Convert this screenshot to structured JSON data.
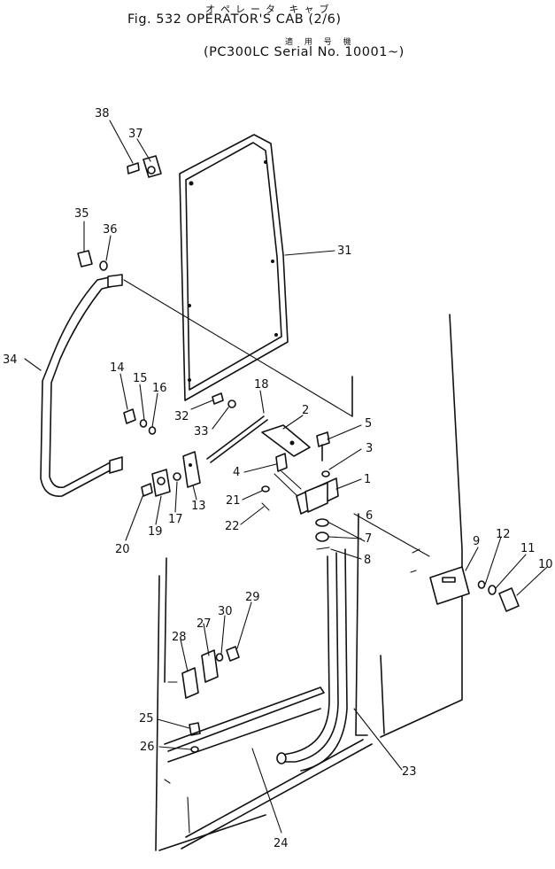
{
  "header": {
    "kana": "オペレータ キャブ",
    "title": "Fig. 532  OPERATOR'S CAB (2/6)",
    "applicability": "適 用 号 機",
    "serial": "(PC300LC Serial No. 10001~)"
  },
  "callouts": [
    {
      "id": "38",
      "label": "38"
    },
    {
      "id": "37",
      "label": "37"
    },
    {
      "id": "35",
      "label": "35"
    },
    {
      "id": "36",
      "label": "36"
    },
    {
      "id": "31",
      "label": "31"
    },
    {
      "id": "34",
      "label": "34"
    },
    {
      "id": "14",
      "label": "14"
    },
    {
      "id": "15",
      "label": "15"
    },
    {
      "id": "16",
      "label": "16"
    },
    {
      "id": "18",
      "label": "18"
    },
    {
      "id": "2",
      "label": "2"
    },
    {
      "id": "32",
      "label": "32"
    },
    {
      "id": "33",
      "label": "33"
    },
    {
      "id": "5",
      "label": "5"
    },
    {
      "id": "3",
      "label": "3"
    },
    {
      "id": "4",
      "label": "4"
    },
    {
      "id": "1",
      "label": "1"
    },
    {
      "id": "21",
      "label": "21"
    },
    {
      "id": "22",
      "label": "22"
    },
    {
      "id": "6",
      "label": "6"
    },
    {
      "id": "7",
      "label": "7"
    },
    {
      "id": "8",
      "label": "8"
    },
    {
      "id": "13",
      "label": "13"
    },
    {
      "id": "17",
      "label": "17"
    },
    {
      "id": "19",
      "label": "19"
    },
    {
      "id": "20",
      "label": "20"
    },
    {
      "id": "9",
      "label": "9"
    },
    {
      "id": "12",
      "label": "12"
    },
    {
      "id": "11",
      "label": "11"
    },
    {
      "id": "10",
      "label": "10"
    },
    {
      "id": "29",
      "label": "29"
    },
    {
      "id": "27",
      "label": "27"
    },
    {
      "id": "30",
      "label": "30"
    },
    {
      "id": "28",
      "label": "28"
    },
    {
      "id": "25",
      "label": "25"
    },
    {
      "id": "26",
      "label": "26"
    },
    {
      "id": "23",
      "label": "23"
    },
    {
      "id": "24",
      "label": "24"
    }
  ]
}
